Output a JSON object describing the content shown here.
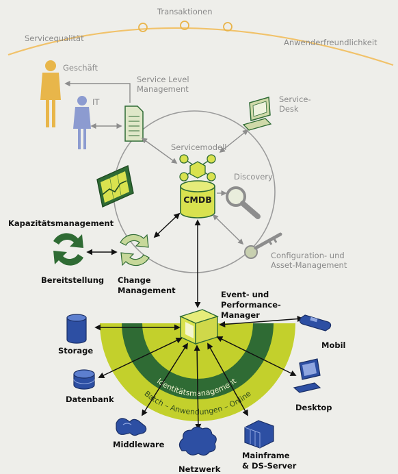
{
  "top": {
    "transaktionen": "Transaktionen",
    "servicequalitaet": "Servicequalität",
    "anwenderfreundlichkeit": "Anwenderfreundlichkeit"
  },
  "people": {
    "geschaeft": "Geschäft",
    "it": "IT"
  },
  "slm": {
    "line1": "Service Level",
    "line2": "Management"
  },
  "servicedesk": {
    "line1": "Service-",
    "line2": "Desk"
  },
  "servicemodell": "Servicemodell",
  "cmdb": "CMDB",
  "discovery": "Discovery",
  "kapazitaet": "Kapazitätsmanagement",
  "bereitstellung": "Bereitstellung",
  "change": {
    "line1": "Change",
    "line2": "Management"
  },
  "config": {
    "line1": "Configuration- und",
    "line2": "Asset-Management"
  },
  "event": {
    "line1": "Event- und",
    "line2": "Performance-",
    "line3": "Manager"
  },
  "bands": {
    "identitaet": "Identitätsmanagement",
    "batch": "Batch – Anwendungen – Online"
  },
  "outer": {
    "storage": "Storage",
    "datenbank": "Datenbank",
    "middleware": "Middleware",
    "netzwerk": "Netzwerk",
    "mainframe_1": "Mainframe",
    "mainframe_2": "& DS-Server",
    "desktop": "Desktop",
    "mobil": "Mobil"
  },
  "colors": {
    "band_inner": "#2f6b34",
    "band_outer": "#c3d02c",
    "cmdb_fill": "#d9e24f",
    "device_blue": "#2d4fa3",
    "people_gold": "#e8b64a",
    "people_blue": "#8c9bd0",
    "green_dark": "#2f6b34"
  }
}
